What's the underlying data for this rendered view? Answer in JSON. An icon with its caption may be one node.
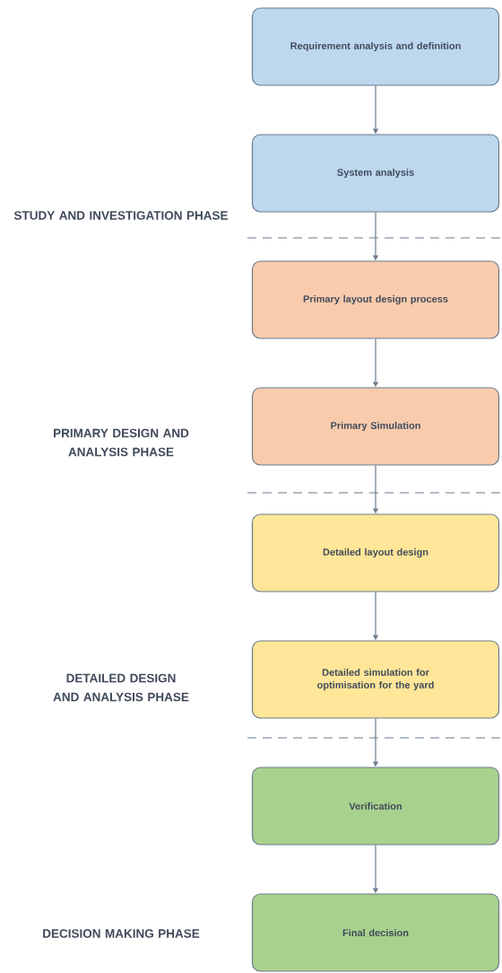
{
  "diagram": {
    "nodes": [
      {
        "text": [
          "Requirement analysis and definition"
        ]
      },
      {
        "text": [
          "System analysis"
        ]
      },
      {
        "text": [
          "Primary layout design process"
        ]
      },
      {
        "text": [
          "Primary Simulation"
        ]
      },
      {
        "text": [
          "Detailed layout design"
        ]
      },
      {
        "text": [
          "Detailed simulation for optimisation for the yard"
        ]
      },
      {
        "text": [
          "Verification"
        ]
      },
      {
        "text": [
          "Final decision"
        ]
      }
    ],
    "edges": [
      {
        "from": 0,
        "to": 1,
        "arrow": "to"
      },
      {
        "from": 1,
        "to": 2,
        "arrow": "to"
      },
      {
        "from": 2,
        "to": 3,
        "arrow": "to"
      },
      {
        "from": 3,
        "to": 4,
        "arrow": "to"
      },
      {
        "from": 4,
        "to": 5,
        "arrow": "to"
      },
      {
        "from": 5,
        "to": 6,
        "arrow": "to"
      },
      {
        "from": 6,
        "to": 7,
        "arrow": "to"
      }
    ],
    "labels": [
      "STUDY AND INVESTIGATION PHASE",
      "PRIMARY DESIGN AND ANALYSIS PHASE",
      "DETAILED DESIGN AND ANALYSIS PHASE",
      "DECISION MAKING PHASE"
    ]
  }
}
